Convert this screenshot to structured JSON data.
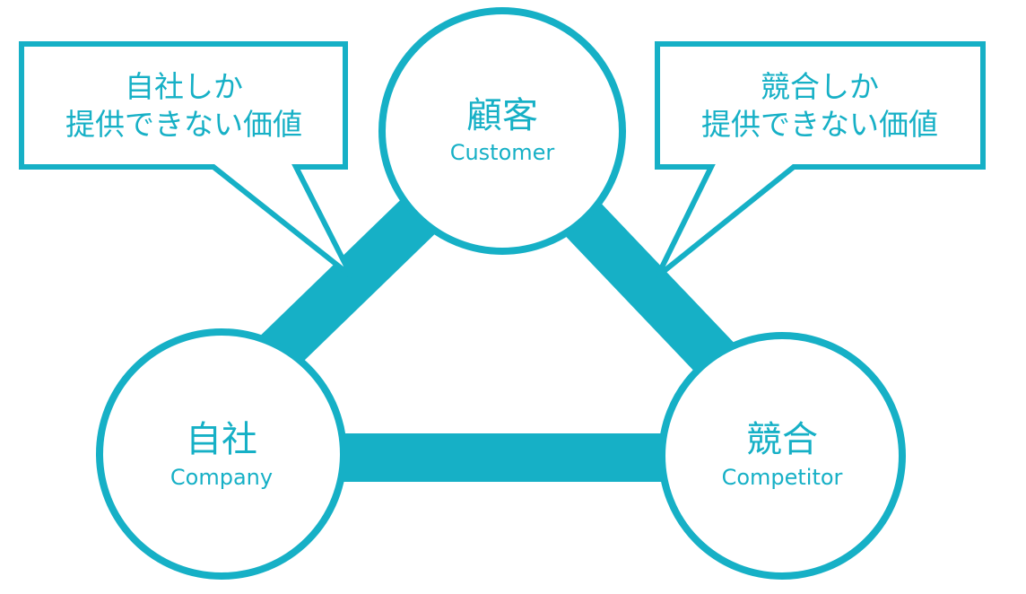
{
  "colors": {
    "accent": "#16b0c6",
    "background": "#ffffff"
  },
  "nodes": {
    "customer": {
      "title": "顧客",
      "subtitle": "Customer"
    },
    "company": {
      "title": "自社",
      "subtitle": "Company"
    },
    "competitor": {
      "title": "競合",
      "subtitle": "Competitor"
    }
  },
  "callouts": {
    "left": {
      "line1": "自社しか",
      "line2": "提供できない価値"
    },
    "right": {
      "line1": "競合しか",
      "line2": "提供できない価値"
    }
  }
}
